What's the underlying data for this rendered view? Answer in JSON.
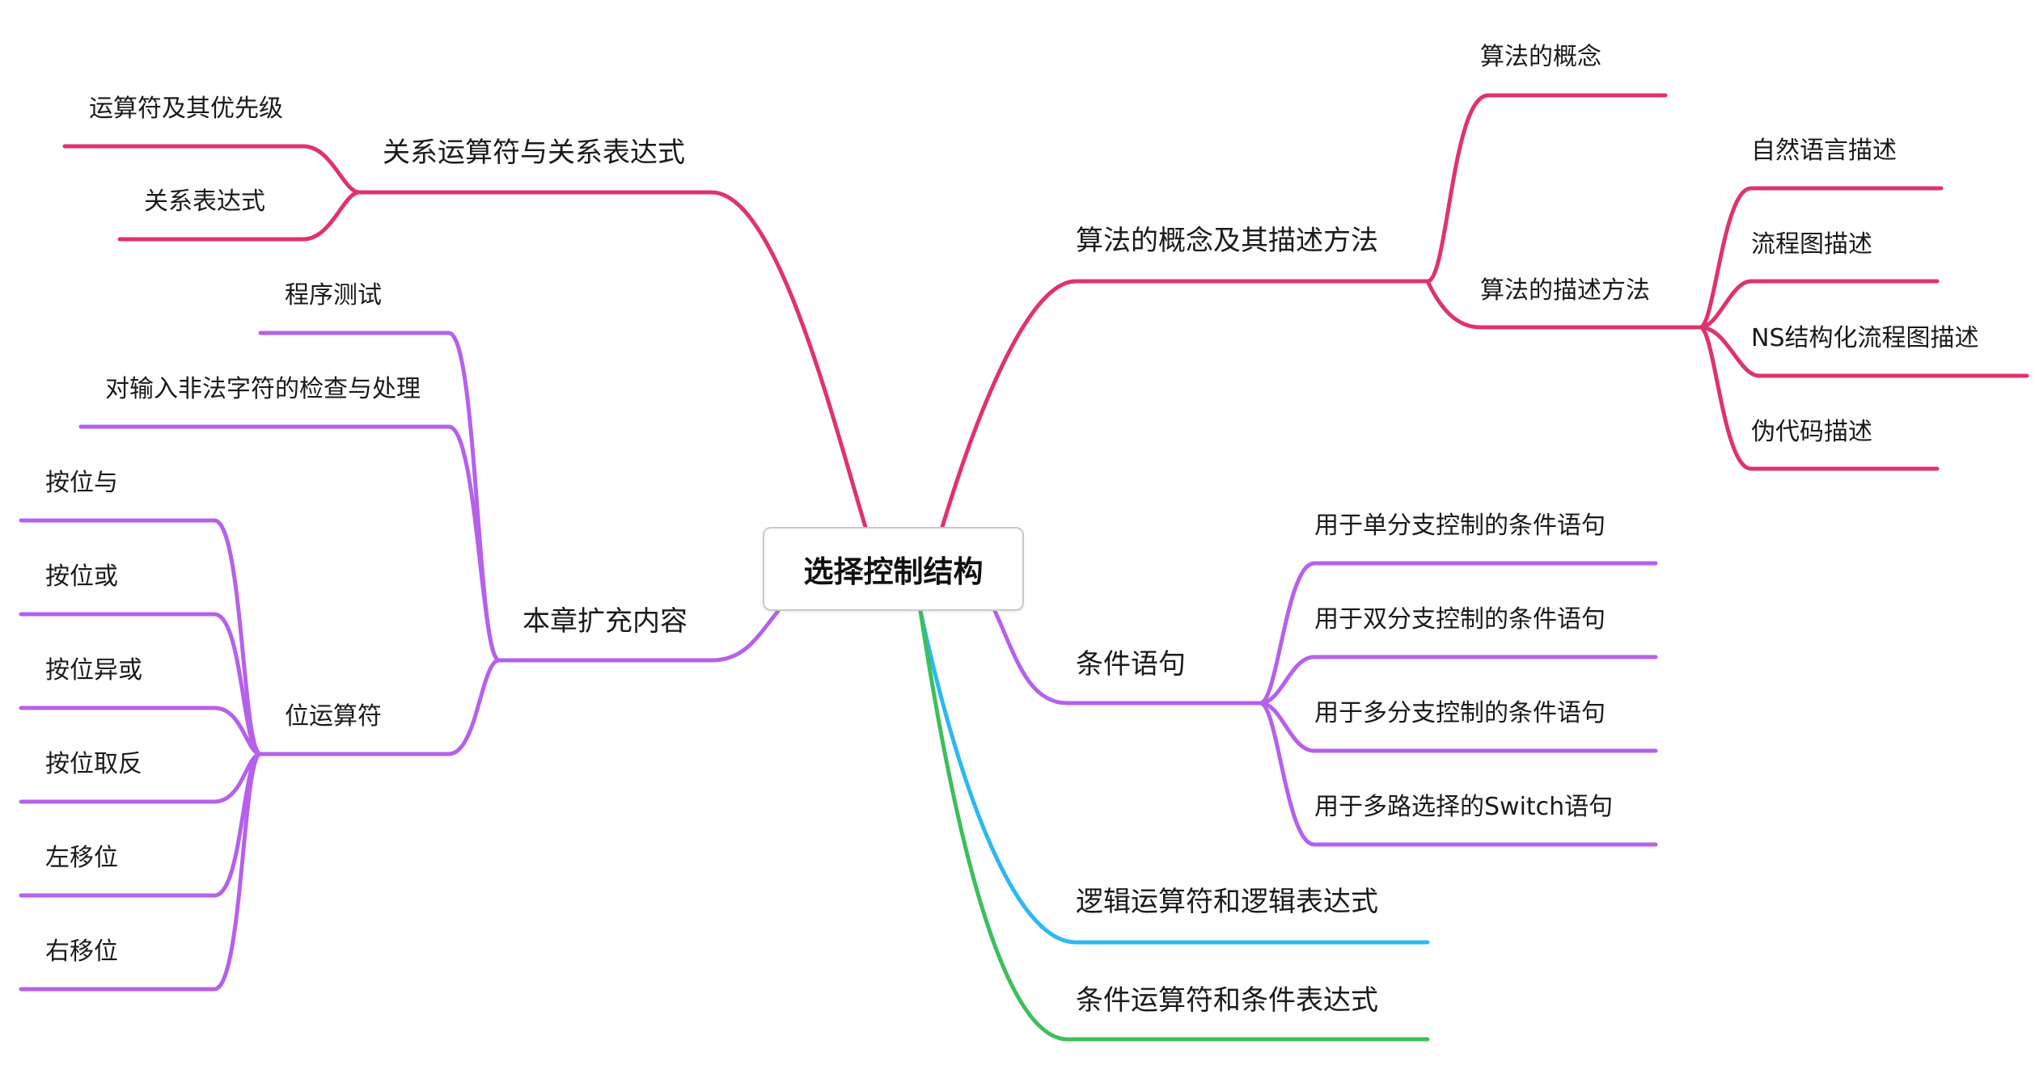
{
  "center": {
    "title": "选择控制结构"
  },
  "colors": {
    "pink": "#e0336b",
    "purple": "#b660ec",
    "blue": "#2eb8f2",
    "green": "#3dbf5a"
  },
  "branches": {
    "algorithm": {
      "label": "算法的概念及其描述方法",
      "concept": "算法的概念",
      "methods": {
        "label": "算法的描述方法",
        "items": [
          "自然语言描述",
          "流程图描述",
          "NS结构化流程图描述",
          "伪代码描述"
        ]
      }
    },
    "conditional": {
      "label": "条件语句",
      "items": [
        "用于单分支控制的条件语句",
        "用于双分支控制的条件语句",
        "用于多分支控制的条件语句",
        "用于多路选择的Switch语句"
      ]
    },
    "logical": {
      "label": "逻辑运算符和逻辑表达式"
    },
    "ternary": {
      "label": "条件运算符和条件表达式"
    },
    "relational": {
      "label": "关系运算符与关系表达式",
      "items": [
        "运算符及其优先级",
        "关系表达式"
      ]
    },
    "extension": {
      "label": "本章扩充内容",
      "testing": "程序测试",
      "illegal_input": "对输入非法字符的检查与处理",
      "bitwise": {
        "label": "位运算符",
        "items": [
          "按位与",
          "按位或",
          "按位异或",
          "按位取反",
          "左移位",
          "右移位"
        ]
      }
    }
  }
}
